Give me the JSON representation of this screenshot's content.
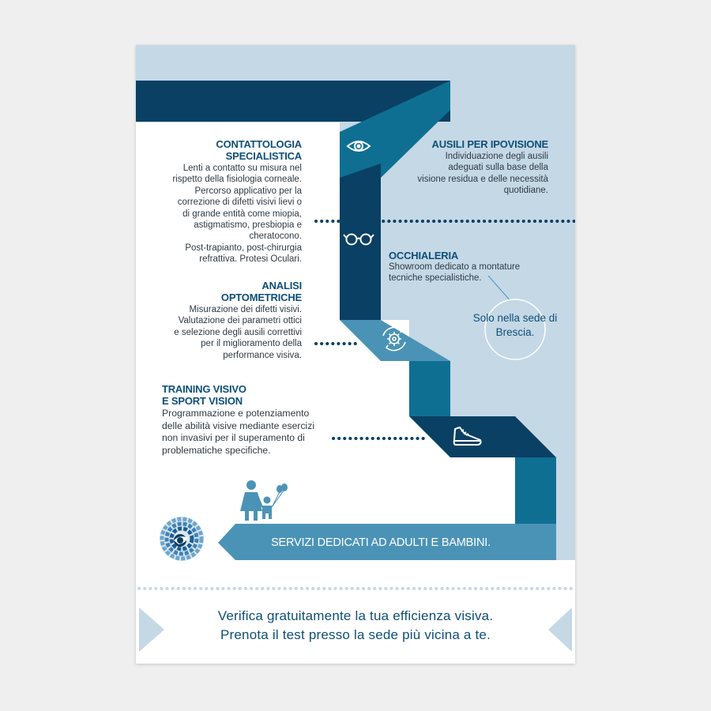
{
  "services": [
    {
      "title_lines": [
        "CONTATTOLOGIA",
        "SPECIALISTICA"
      ],
      "body_lines": [
        "Lenti a contatto su misura nel",
        "rispetto della fisiologia corneale.",
        "Percorso applicativo per la",
        "correzione di difetti visivi lievi o",
        "di grande entità come miopia,",
        "astigmatismo, presbiopia e",
        "cheratocono.",
        "Post-trapianto, post-chirurgia",
        "refrattiva. Protesi Oculari."
      ]
    },
    {
      "title_lines": [
        "AUSILI PER IPOVISIONE"
      ],
      "body_lines": [
        "Individuazione degli ausili",
        "adeguati sulla base della",
        "visione residua e delle necessità",
        "quotidiane."
      ]
    },
    {
      "title_lines": [
        "OCCHIALERIA"
      ],
      "body_lines": [
        "Showroom dedicato a montature",
        "tecniche specialistiche."
      ]
    },
    {
      "title_lines": [
        "ANALISI",
        "OPTOMETRICHE"
      ],
      "body_lines": [
        "Misurazione dei difetti visivi.",
        "Valutazione dei parametri ottici",
        "e selezione degli ausili correttivi",
        "per il miglioramento della",
        "performance visiva."
      ]
    },
    {
      "title_lines": [
        "TRAINING VISIVO",
        "E SPORT VISION"
      ],
      "body_lines": [
        "Programmazione e potenziamento",
        "delle abilità visive mediante esercizi",
        "non invasivi per il superamento di",
        "problematiche specifiche."
      ]
    }
  ],
  "callout_lines": [
    "Solo nella sede di",
    "Brescia."
  ],
  "banner": "SERVIZI DEDICATI AD ADULTI E BAMBINI.",
  "footer_lines": [
    "Verifica gratuitamente la tua efficienza visiva.",
    "Prenota il test presso la sede più vicina a te."
  ],
  "icons": [
    "eye-icon",
    "glasses-icon",
    "gear-cycle-icon",
    "sneaker-icon",
    "family-balloons-icon",
    "iris-logo-icon"
  ],
  "colors": {
    "navy": "#0a4063",
    "teal": "#0f6f93",
    "light_teal": "#4b93b6",
    "panel": "#c5d8e6",
    "text_blue": "#0d4f78"
  }
}
